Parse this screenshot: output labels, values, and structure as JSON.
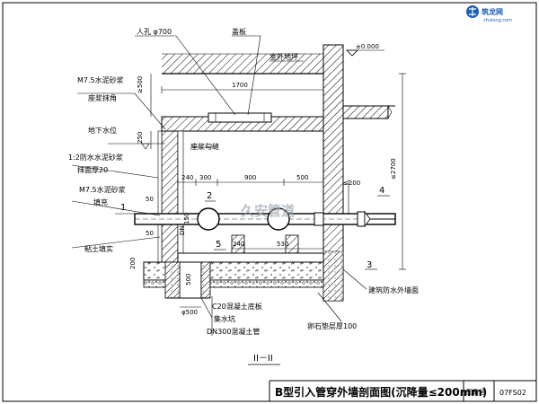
{
  "labels": {
    "manhole": "人孔 φ700",
    "cover": "盖板",
    "outdoor_ground": "室外地坪",
    "elevation": "±0.000",
    "mortar_m75": "M7.5水泥砂浆",
    "pointing_corner": "座浆抹角",
    "groundwater": "地下水位",
    "waterproof_mortar": "1:2防水水泥砂浆",
    "plaster_thickness": "抹面厚20",
    "joint": "座浆勾缝",
    "mortar_m75_b": "M7.5水泥砂浆",
    "fill": "填充",
    "clay": "粘土填实",
    "outer_wall": "建筑防水外墙面",
    "c20_slab": "C20混凝土底板",
    "sump": "集水坑",
    "dn300": "DN300混凝土管",
    "gravel": "卵石垫层厚100",
    "section": "II－II"
  },
  "dims": {
    "d500_top": "≥500",
    "d1700": "1700",
    "d250": "250",
    "d240a": "240",
    "d300": "300",
    "d900": "900",
    "d500b": "500",
    "d200": "≤200",
    "d2700": "≤2700",
    "d50a": "50",
    "d50b": "50",
    "d150": "150",
    "dn": "DN",
    "d240b": "240",
    "d530": "530",
    "d200b": "200",
    "d500c": "500",
    "d500d": "φ500"
  },
  "callouts": [
    "1",
    "2",
    "3",
    "4",
    "5"
  ],
  "title_block": {
    "title": "B型引入管穿外墙剖面图(沉降量≤200mm)",
    "atlas_label": "图集号",
    "atlas_no": "07FS02"
  },
  "watermark": "久安管道",
  "logo": {
    "name": "筑龙网",
    "url": "zhulong.com"
  },
  "colors": {
    "line": "#000000",
    "watermark": "#9aa3ad",
    "logo": "#1f5fb0"
  }
}
